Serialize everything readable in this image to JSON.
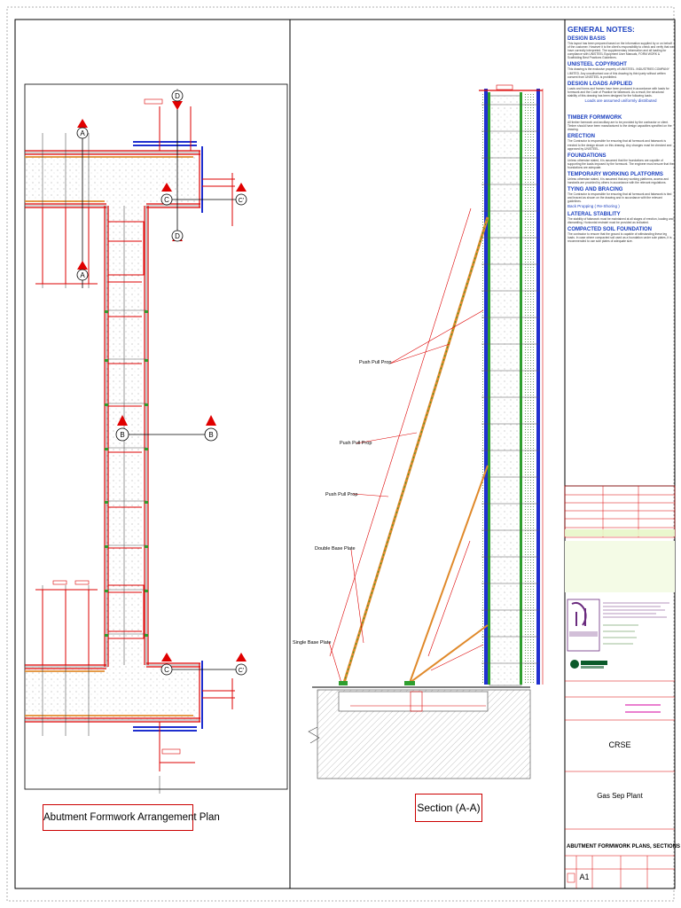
{
  "views": {
    "plan_title": "Abutment Formwork Arrangement Plan",
    "section_title": "Section (A-A)"
  },
  "section_markers": {
    "a": "A",
    "b": "B",
    "c": "C",
    "c_prime": "C'",
    "d": "D"
  },
  "callouts": {
    "push_pull_prop_1": "Push Pull Prop",
    "push_pull_prop_2": "Push Pull Prop",
    "push_pull_prop_3": "Push Pull Prop",
    "double_base_plate": "Double Base Plate",
    "single_base_plate": "Single Base Plate"
  },
  "notes": {
    "heading": "GENERAL NOTES:",
    "sections": [
      {
        "title": "DESIGN BASIS",
        "text": "This layout has been prepared based on the information supplied by or on behalf of the customer. However it is the client's responsibility to check and verify that we have correctly interpreted. The supplementary information and all loading for compliance with UNISTEEL Equipment User Manuals, FORM WORK & Scaffolding Best Practices Guidelines."
      },
      {
        "title": "UNISTEEL COPYRIGHT",
        "text": "This drawing is the exclusive property of UNISTEEL. INDUSTRIES COMPANY LIMITED. Any unauthorised use of this drawing by third party without written consent from UNISTEEL is prohibited."
      },
      {
        "title": "DESIGN LOADS APPLIED",
        "text": "Loads and forms and frames have been produced in accordance with loads for formwork and the Code of Practice for falsework. As a result, the structural stability of this drawing has been designed for the following loads."
      },
      {
        "title": "TIMBER FORMWORK",
        "text": "All timber formwork and ancillary are to be provided by the contractor or client. Timber should have been manufactured to the design capacities specified on the drawing."
      },
      {
        "title": "ERECTION",
        "text": "The Contractor is responsible for ensuring that all formwork and falsework is erected to the design shown on this drawing. Any changes must be checked and approved by UNISTEEL."
      },
      {
        "title": "FOUNDATIONS",
        "text": "Unless otherwise stated, it is assumed that the foundations are capable of supporting the loads imposed by the formwork. The engineer must ensure that the foundations are adequate."
      },
      {
        "title": "TEMPORARY WORKING PLATFORMS",
        "text": "Unless otherwise stated, it is assumed that any working platforms, access and handrails are provided by others in accordance with the relevant regulations."
      },
      {
        "title": "TYING AND BRACING",
        "text": "The Contractor is responsible for ensuring that all formwork and falsework is tied and braced as shown on the drawing and in accordance with the relevant guidelines."
      },
      {
        "title": "LATERAL STABILITY",
        "text": "The stability of falsework must be maintained at all stages of erection, loading and dismantling. Horizontal restraint must be provided as indicated."
      },
      {
        "title": "COMPACTED SOIL FOUNDATION",
        "text": "The contractor to ensure that the ground is capable of withstanding these leg loads. In case where compacted soil used as a foundation under sole plates, it is recommended to use sole plates of adequate size."
      }
    ],
    "loads_line": "Loads are assumed uniformly distributed",
    "backpropping": "Back Propping ( Re-Shoring )"
  },
  "title_block": {
    "client": "CRSE",
    "project": "Gas Sep Plant",
    "drawing_title": "ABUTMENT FORMWORK PLANS, SECTIONS",
    "sheet_size": "A1"
  },
  "colors": {
    "border": "#000000",
    "formwork_red": "#dd0000",
    "tie_blue": "#1f2fcf",
    "prop_orange": "#e0892a",
    "waler_green": "#2e9e2e",
    "notes_blue": "#1a3fbf",
    "marker_red": "#e00000"
  }
}
